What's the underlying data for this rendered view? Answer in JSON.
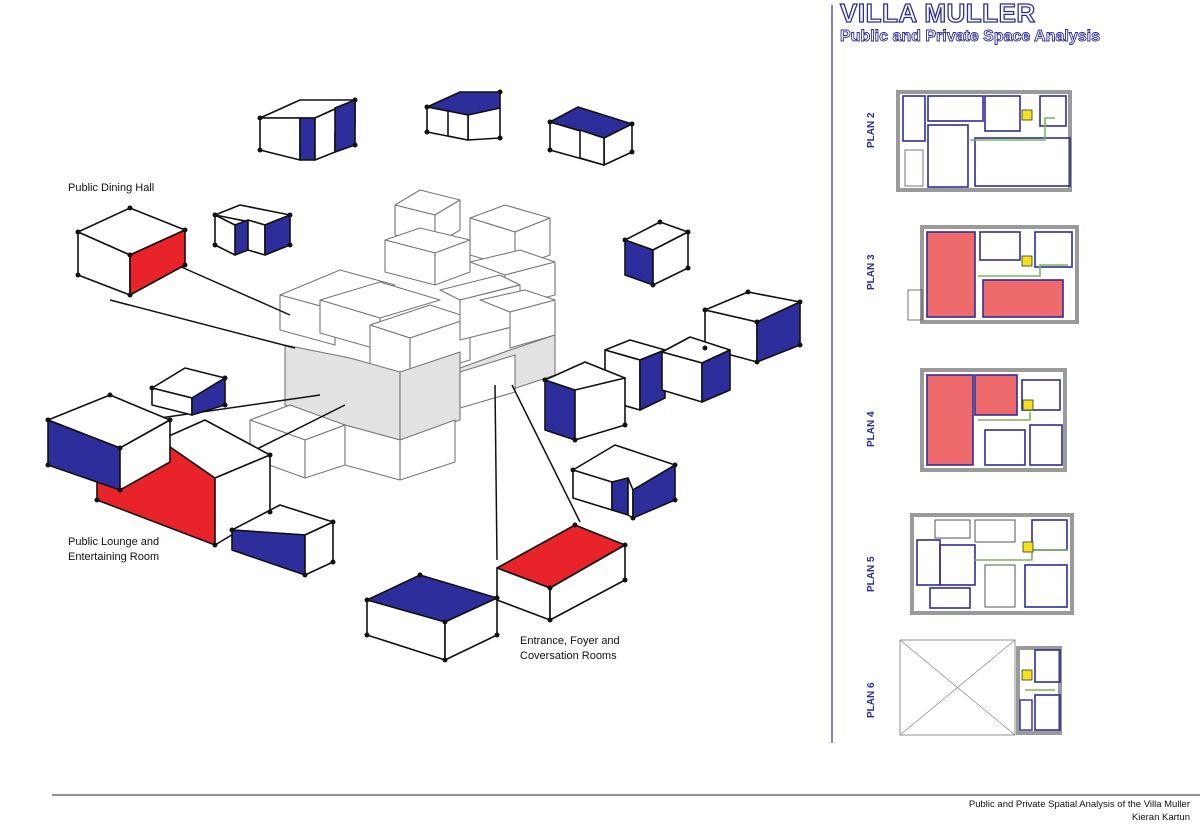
{
  "header": {
    "title": "VILLA MULLER",
    "subtitle": "Public and Private Space Analysis"
  },
  "callouts": {
    "dining": "Public Dining Hall",
    "lounge_line1": "Public Lounge and",
    "lounge_line2": "Entertaining Room",
    "entrance_line1": "Entrance, Foyer and",
    "entrance_line2": "Coversation Rooms"
  },
  "plans": [
    {
      "label": "PLAN 2"
    },
    {
      "label": "PLAN 3"
    },
    {
      "label": "PLAN 4"
    },
    {
      "label": "PLAN 5"
    },
    {
      "label": "PLAN 6"
    }
  ],
  "footer": {
    "caption": "Public and Private Spatial Analysis of the Villa Muller",
    "author": "Kieran Kartun"
  },
  "colors": {
    "private": "#2d2d9b",
    "public": "#e8232a",
    "public_plan_fill": "#ef6b6b",
    "circulation": "#7db55a",
    "stair_core": "#f2e21c",
    "central_mass": "#e2e2e2"
  }
}
